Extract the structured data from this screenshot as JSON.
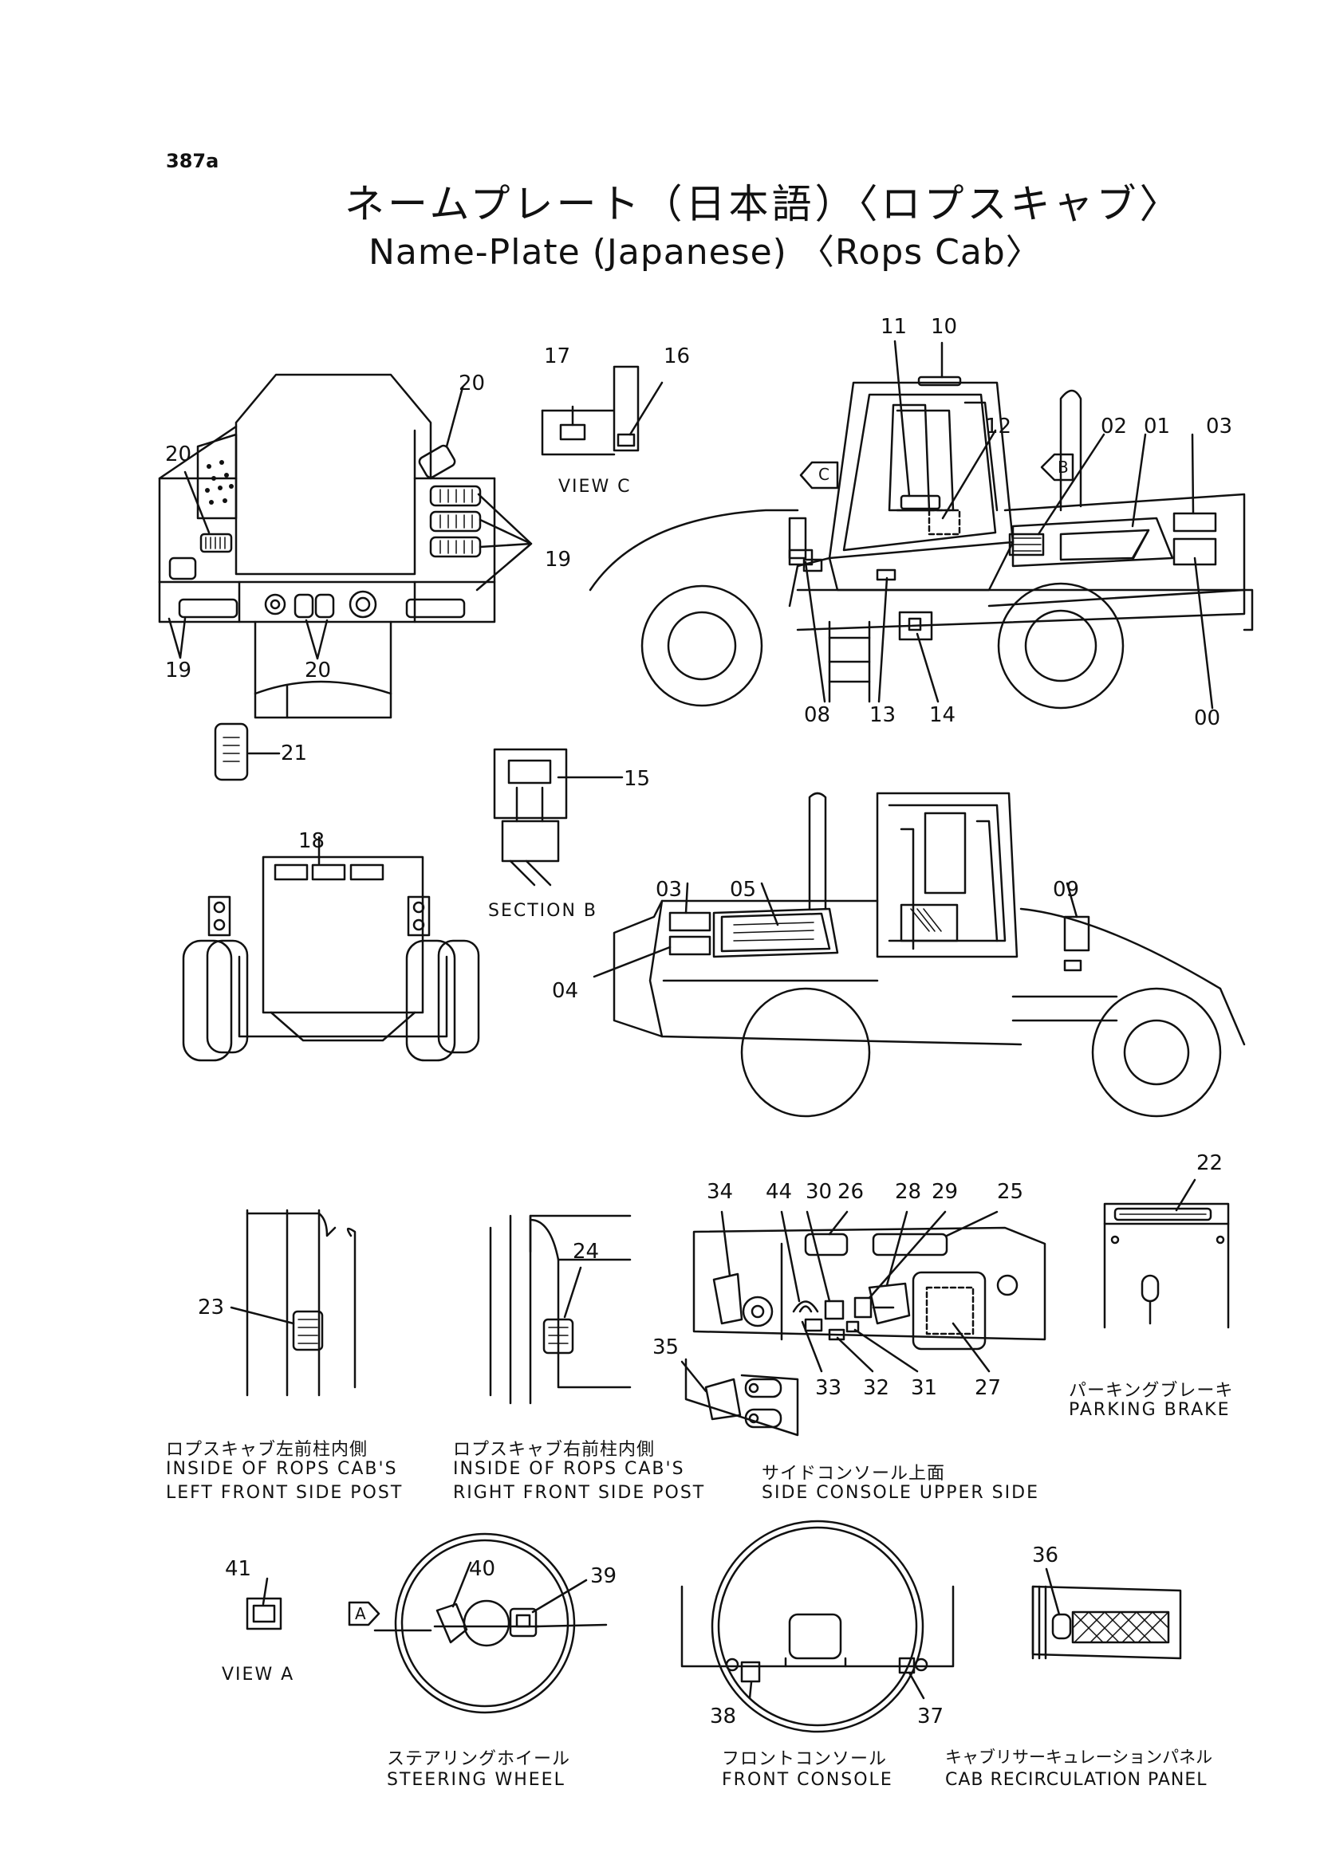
{
  "page_id": "387a",
  "title_jp": "ネームプレート（日本語）〈ロプスキャブ〉",
  "title_en": "Name-Plate (Japanese) 〈Rops Cab〉",
  "views": {
    "view_c": "VIEW C",
    "section_b": "SECTION B",
    "view_a": "VIEW A",
    "marker_c": "C",
    "marker_b": "B",
    "marker_a": "A"
  },
  "captions": {
    "left_post_jp": "ロプスキャブ左前柱内側",
    "left_post_en1": "INSIDE OF ROPS CAB'S",
    "left_post_en2": "LEFT FRONT SIDE POST",
    "right_post_jp": "ロプスキャブ右前柱内側",
    "right_post_en1": "INSIDE OF ROPS CAB'S",
    "right_post_en2": "RIGHT FRONT SIDE POST",
    "side_console_jp": "サイドコンソール上面",
    "side_console_en": "SIDE CONSOLE UPPER SIDE",
    "parking_brake_jp": "パーキングブレーキ",
    "parking_brake_en": "PARKING BRAKE",
    "steering_wheel_jp": "ステアリングホイール",
    "steering_wheel_en": "STEERING WHEEL",
    "front_console_jp": "フロントコンソール",
    "front_console_en": "FRONT CONSOLE",
    "cab_recirc_jp": "キャブリサーキュレーションパネル",
    "cab_recirc_en": "CAB RECIRCULATION PANEL"
  },
  "part_numbers": {
    "p00": "00",
    "p01": "01",
    "p02": "02",
    "p03a": "03",
    "p03b": "03",
    "p04": "04",
    "p05": "05",
    "p08": "08",
    "p09": "09",
    "p10": "10",
    "p11": "11",
    "p12": "12",
    "p13": "13",
    "p14": "14",
    "p15": "15",
    "p16": "16",
    "p17": "17",
    "p18": "18",
    "p19a": "19",
    "p19b": "19",
    "p20a": "20",
    "p20b": "20",
    "p20c": "20",
    "p21": "21",
    "p22": "22",
    "p23": "23",
    "p24": "24",
    "p25": "25",
    "p26": "26",
    "p27": "27",
    "p28": "28",
    "p29": "29",
    "p30": "30",
    "p31": "31",
    "p32": "32",
    "p33": "33",
    "p34": "34",
    "p35": "35",
    "p36": "36",
    "p37": "37",
    "p38": "38",
    "p39": "39",
    "p40": "40",
    "p41": "41",
    "p44": "44"
  }
}
